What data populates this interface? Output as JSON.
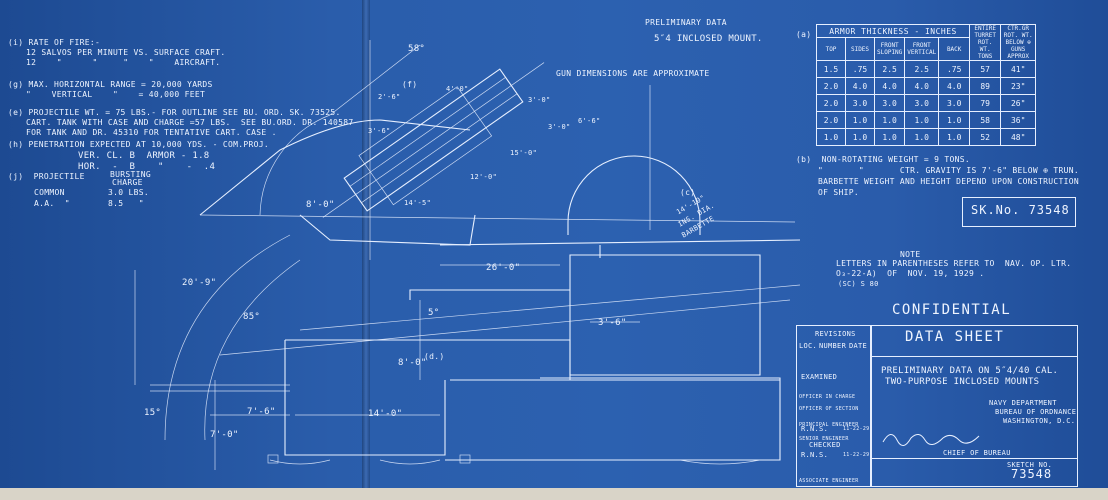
{
  "notes_left": {
    "i_label": "(i) RATE OF FIRE:-",
    "i_line1": "12 SALVOS PER MINUTE VS. SURFACE CRAFT.",
    "i_line2": "12    \"      \"     \"    \"    AIRCRAFT.",
    "g_label": "(g) MAX. HORIZONTAL RANGE = 20,000 YARDS",
    "g_line2": "\"    VERTICAL    \"    = 40,000 FEET",
    "e_line1": "(e) PROJECTILE WT. = 75 LBS.- FOR OUTLINE SEE BU. ORD. SK. 73525.",
    "e_line2": "CART. TANK WITH CASE AND CHARGE =57 LBS.  SEE BU.ORD. DR. 140587",
    "e_line3": "FOR TANK AND DR. 45310 FOR TENTATIVE CART. CASE .",
    "h_line1": "(h) PENETRATION EXPECTED AT 10,000 YDS. - COM.PROJ.",
    "h_line2": "VER. CL. B  ARMOR - 1.8",
    "h_line3": "HOR.  -  B    \"    -  .4",
    "j_label": "(j)  PROJECTILE",
    "j_bursting": "BURSTING",
    "j_charge": "CHARGE",
    "j_common": "COMMON",
    "j_common_val": "3.0 LBS.",
    "j_aa": "A.A.  \"",
    "j_aa_val": "8.5   \""
  },
  "header": {
    "prelim": "PRELIMINARY DATA",
    "mount": "5″4 INCLOSED MOUNT.",
    "gun_dims": "GUN DIMENSIONS ARE APPROXIMATE"
  },
  "armor_table": {
    "label_a": "(a)",
    "title": "ARMOR THICKNESS - INCHES",
    "col_entire": "ENTIRE TURRET ROT. WT. TONS",
    "col_ctr": "CTR.GR ROT. WT. BELOW ⊕ GUNS APPROX",
    "columns": [
      "TOP",
      "SIDES",
      "FRONT SLOPING",
      "FRONT VERTICAL",
      "BACK"
    ],
    "rows": [
      [
        "1.5",
        ".75",
        "2.5",
        "2.5",
        ".75",
        "57",
        "41\""
      ],
      [
        "2.0",
        "4.0",
        "4.0",
        "4.0",
        "4.0",
        "89",
        "23\""
      ],
      [
        "2.0",
        "3.0",
        "3.0",
        "3.0",
        "3.0",
        "79",
        "26\""
      ],
      [
        "2.0",
        "1.0",
        "1.0",
        "1.0",
        "1.0",
        "58",
        "36\""
      ],
      [
        "1.0",
        "1.0",
        "1.0",
        "1.0",
        "1.0",
        "52",
        "48\""
      ]
    ]
  },
  "notes_right": {
    "b_line1": "(b)  NON-ROTATING WEIGHT = 9 TONS.",
    "b_line2": "\"       \"       CTR. GRAVITY IS 7'-6\" BELOW ⊕ TRUN.",
    "b_line3": "BARBETTE WEIGHT AND HEIGHT DEPEND UPON CONSTRUCTION",
    "b_line4": "OF SHIP."
  },
  "sketch_box": "SK.No. 73548",
  "note": {
    "heading": "NOTE",
    "line1": "LETTERS IN PARENTHESES REFER TO  NAV. OP. LTR.",
    "line2": "O₃-22-A)  OF  NOV. 19, 1929 .",
    "line3": "(SC) S 80"
  },
  "confidential": "CONFIDENTIAL",
  "title_block": {
    "data_sheet": "DATA SHEET",
    "title1": "PRELIMINARY DATA ON 5″4/40 CAL.",
    "title2": "TWO-PURPOSE INCLOSED MOUNTS",
    "dept1": "NAVY DEPARTMENT",
    "dept2": "BUREAU OF ORDNANCE",
    "dept3": "WASHINGTON, D.C.",
    "chief": "CHIEF OF BUREAU",
    "sketch_no_label": "SKETCH NO.",
    "sketch_no": "73548"
  },
  "revisions": {
    "title": "REVISIONS",
    "col_loc": "LOC.",
    "col_number": "NUMBER",
    "col_date": "DATE",
    "examined": "EXAMINED",
    "officer_charge": "OFFICER IN CHARGE",
    "officer_section": "OFFICER OF SECTION",
    "principal_eng": "PRINCIPAL ENGINEER",
    "senior_eng": "SENIOR ENGINEER",
    "checked": "CHECKED",
    "associate_eng": "ASSOCIATE ENGINEER",
    "initials_1": "R.N.S.",
    "date_1": "11-22-29",
    "initials_2": "R.N.S.",
    "date_2": "11-22-29"
  },
  "dimensions": {
    "angle_58": "58°",
    "angle_85": "85°",
    "angle_15": "15°",
    "angle_5": "5°",
    "label_f": "(f)",
    "label_c": "(c)",
    "label_d": "(d.)",
    "barbette_1": "14'-10\"",
    "barbette_2": "INS. DIA.",
    "barbette_3": "BARBETTE",
    "d_26": "26'-0\"",
    "d_20_9": "20'-9\"",
    "d_8_0a": "8'-0\"",
    "d_8_0b": "8'-0\"",
    "d_7_6": "7'-6\"",
    "d_14_0": "14'-0\"",
    "d_7_0": "7'-0\"",
    "d_3_6": "3'-6\"",
    "d_3_0a": "3'-0\"",
    "d_3_0b": "3'-0\"",
    "d_12_0": "12'-0\"",
    "d_15_0": "15'-0\"",
    "d_14_5": "14'-5\"",
    "d_6_6": "6'-6\"",
    "d_4_0": "4'-0\"",
    "d_3_6b": "3'-6\"",
    "d_2_6": "2'-6\""
  }
}
